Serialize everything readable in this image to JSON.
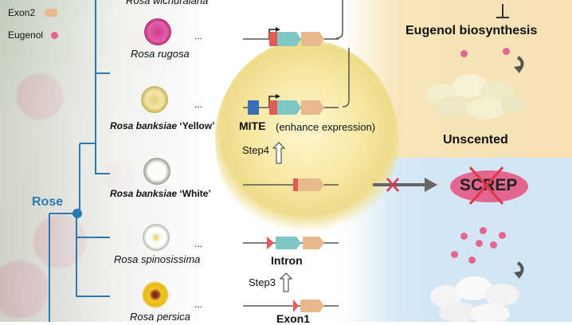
{
  "legend": {
    "exon2_label": "Exon2",
    "eugenol_label": "Eugenol",
    "exon_color": "#e8b98f",
    "eugenol_color": "#e2668f"
  },
  "tree": {
    "root_label": "Rose",
    "line_color": "#2b79b3"
  },
  "species": [
    {
      "name": "Rosa wichuraiana"
    },
    {
      "name": "Rosa rugosa"
    },
    {
      "name": "Rosa banksiae",
      "cultivar": "‘Yellow’"
    },
    {
      "name": "Rosa banksiae",
      "cultivar": "‘White’"
    },
    {
      "name": "Rosa spinosissima"
    },
    {
      "name": "Rosa persica"
    }
  ],
  "ellipsis": "...",
  "gene_labels": {
    "mite": "MITE",
    "mite_note": "(enhance expression)",
    "step4": "Step4",
    "step3": "Step3",
    "intron": "Intron",
    "exon1": "Exon1"
  },
  "right_panel": {
    "eugenol_biosynthesis": "Eugenol biosynthesis",
    "unscented": "Unscented",
    "screp": "SCREP",
    "yellow_bg": "#f6e2b3",
    "blue_bg": "#d2e5f3"
  }
}
